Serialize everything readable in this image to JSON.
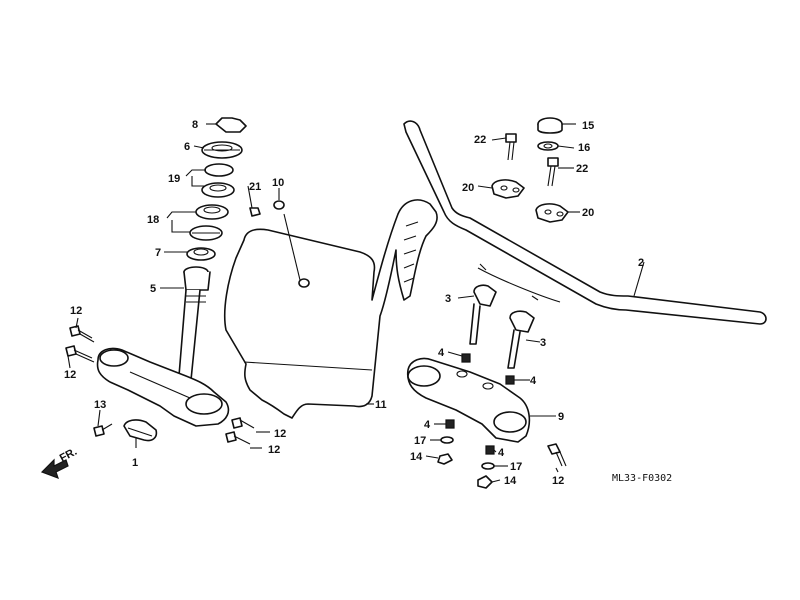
{
  "diagram": {
    "drawing_code": "ML33-F0302",
    "direction_label": "FR.",
    "callouts": [
      "1",
      "2",
      "3",
      "4",
      "5",
      "6",
      "7",
      "8",
      "9",
      "10",
      "11",
      "12",
      "13",
      "14",
      "15",
      "16",
      "17",
      "18",
      "19",
      "20",
      "21",
      "22"
    ]
  }
}
